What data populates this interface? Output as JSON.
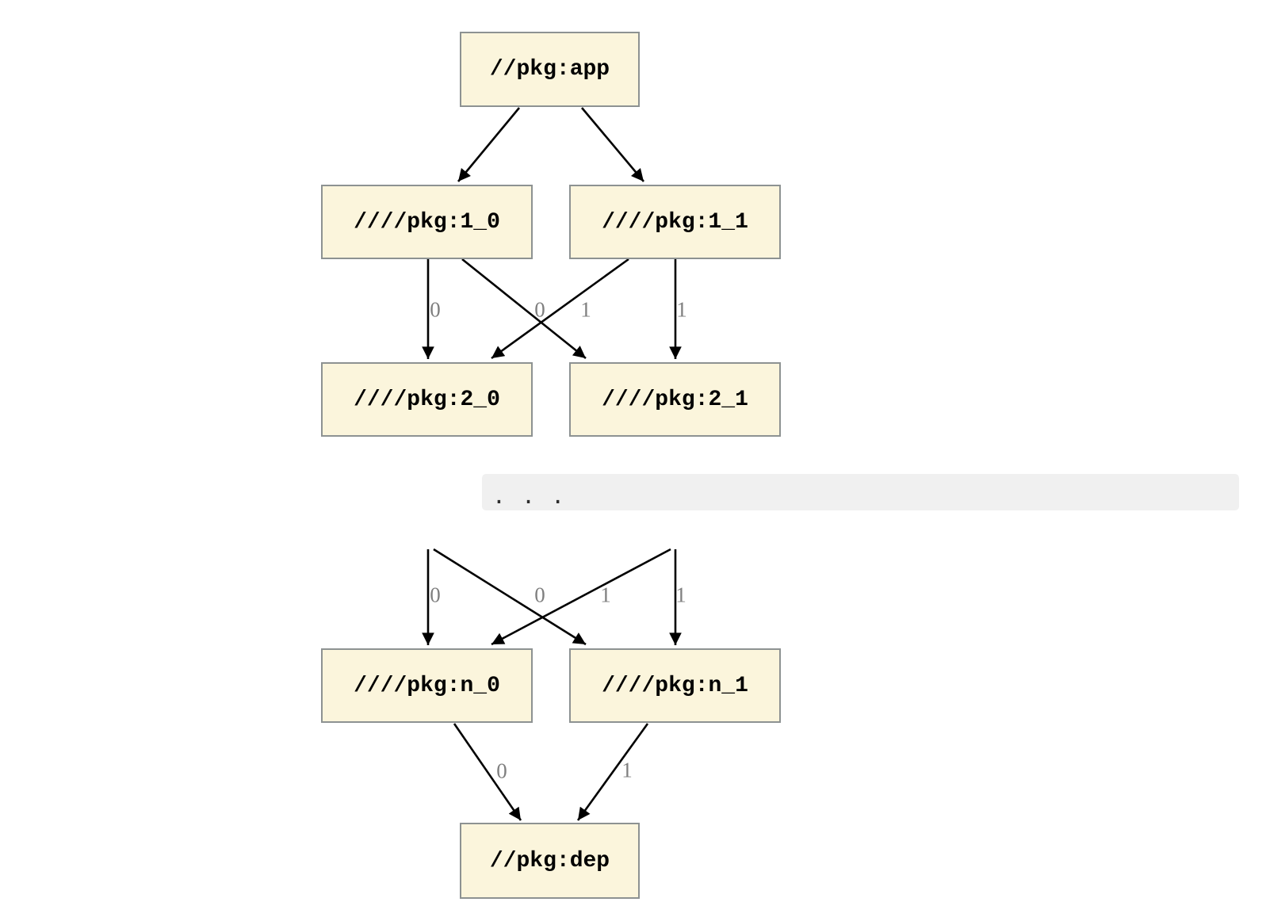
{
  "diagram": {
    "nodes": [
      {
        "id": "app",
        "label": "//pkg:app"
      },
      {
        "id": "1_0",
        "label": "////pkg:1_0"
      },
      {
        "id": "1_1",
        "label": "////pkg:1_1"
      },
      {
        "id": "2_0",
        "label": "////pkg:2_0"
      },
      {
        "id": "2_1",
        "label": "////pkg:2_1"
      },
      {
        "id": "n_0",
        "label": "////pkg:n_0"
      },
      {
        "id": "n_1",
        "label": "////pkg:n_1"
      },
      {
        "id": "dep",
        "label": "//pkg:dep"
      }
    ],
    "ellipsis": ". . .",
    "edges": [
      {
        "from": "app",
        "to": "1_0",
        "label": ""
      },
      {
        "from": "app",
        "to": "1_1",
        "label": ""
      },
      {
        "from": "1_0",
        "to": "2_0",
        "label": "0"
      },
      {
        "from": "1_1",
        "to": "2_0",
        "label": "0"
      },
      {
        "from": "1_0",
        "to": "2_1",
        "label": "1"
      },
      {
        "from": "1_1",
        "to": "2_1",
        "label": "1"
      },
      {
        "from": "n-1_0",
        "to": "n_0",
        "label": "0"
      },
      {
        "from": "n-1_1",
        "to": "n_0",
        "label": "0"
      },
      {
        "from": "n-1_0",
        "to": "n_1",
        "label": "1"
      },
      {
        "from": "n-1_1",
        "to": "n_1",
        "label": "1"
      },
      {
        "from": "n_0",
        "to": "dep",
        "label": "0"
      },
      {
        "from": "n_1",
        "to": "dep",
        "label": "1"
      }
    ],
    "colors": {
      "node_fill": "#FBF5DC",
      "node_border": "#8D9292",
      "edge": "#000000",
      "edge_label": "#7F7F7F",
      "ellipsis_band": "#F0F0F0",
      "background": "#FFFFFF"
    }
  }
}
